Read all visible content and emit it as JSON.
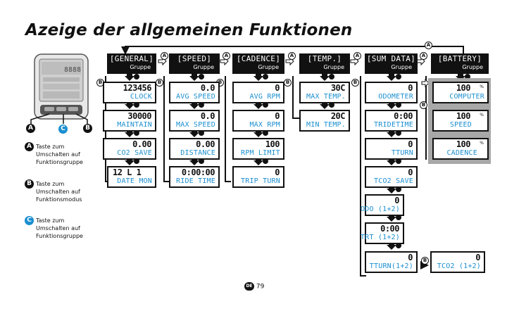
{
  "title": "Azeige der allgemeinen Funktionen",
  "group_label": "Gruppe",
  "markers": {
    "a": "A",
    "b": "B",
    "c": "C"
  },
  "groups": [
    {
      "name": "[GENERAL]",
      "items": [
        {
          "value": "123456",
          "label": "CLOCK"
        },
        {
          "value": "30000",
          "label": "MAINTAIN"
        },
        {
          "value": "0.00",
          "label": "CO2 SAVE"
        },
        {
          "value": "12 L 1",
          "label": "DATE MON"
        }
      ]
    },
    {
      "name": "[SPEED]",
      "items": [
        {
          "value": "0.0",
          "label": "AVG SPEED"
        },
        {
          "value": "0.0",
          "label": "MAX SPEED"
        },
        {
          "value": "0.00",
          "label": "DISTANCE"
        },
        {
          "value": "0:00:00",
          "label": "RIDE TIME"
        }
      ]
    },
    {
      "name": "[CADENCE]",
      "items": [
        {
          "value": "0",
          "label": "AVG RPM"
        },
        {
          "value": "0",
          "label": "MAX RPM"
        },
        {
          "value": "100",
          "label": "RPM LIMIT"
        },
        {
          "value": "0",
          "label": "TRIP TURN"
        }
      ]
    },
    {
      "name": "[TEMP.]",
      "items": [
        {
          "value": "30C",
          "label": "MAX TEMP."
        },
        {
          "value": "20C",
          "label": "MIN TEMP."
        }
      ]
    },
    {
      "name": "[SUM DATA]",
      "items": [
        {
          "value": "0",
          "label": "ODOMETER"
        },
        {
          "value": "0:00",
          "label": "TRIDETIME"
        },
        {
          "value": "0",
          "label": "TTURN"
        },
        {
          "value": "0",
          "label": "TCO2 SAVE"
        },
        {
          "value": "0",
          "label": "ODO (1+2)"
        },
        {
          "value": "0:00",
          "label": "TRT (1+2)"
        },
        {
          "value": "0",
          "label": "TTURN(1+2)"
        }
      ]
    },
    {
      "name": "[BATTERY]",
      "items": [
        {
          "value": "100",
          "label": "COMPUTER",
          "unit": "%"
        },
        {
          "value": "100",
          "label": "SPEED",
          "unit": "%"
        },
        {
          "value": "100",
          "label": "CADENCE",
          "unit": "%"
        }
      ]
    }
  ],
  "extra_item": {
    "value": "0",
    "label": "TCO2 (1+2)"
  },
  "legend": [
    {
      "key": "A",
      "text": "Taste zum\nUmschalten auf\nFunktionsgruppe",
      "color": "#222222"
    },
    {
      "key": "B",
      "text": "Taste zum\nUmschalten auf\nFunktionsmodus",
      "color": "#222222"
    },
    {
      "key": "C",
      "text": "Taste zum\nUmschalten auf\nFunktionsgruppe",
      "color": "#1b8fd0"
    }
  ],
  "device_screen_text": "8888",
  "lang_badge": "DE",
  "page_number": "79"
}
